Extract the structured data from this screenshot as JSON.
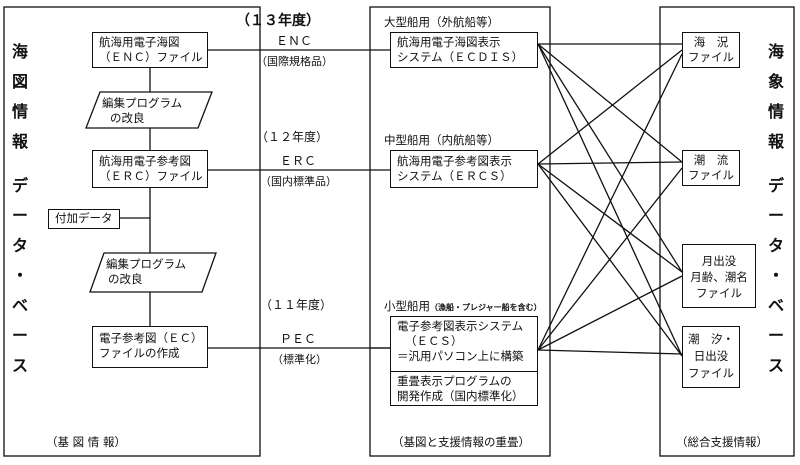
{
  "left_section": {
    "vertical_title": [
      "海",
      "図",
      "情",
      "報",
      "デ",
      "ー",
      "タ",
      "・",
      "ベ",
      "ー",
      "ス"
    ],
    "caption": "（基 図 情 報）",
    "boxes": {
      "enc_file": [
        "航海用電子海図",
        "（ＥＮＣ）ファイル"
      ],
      "edit_program_1": [
        "編集プログラム",
        "の改良"
      ],
      "erc_file": [
        "航海用電子参考図",
        "（ＥＲＣ）ファイル"
      ],
      "additional_data": [
        "付加データ"
      ],
      "edit_program_2": [
        "編集プログラム",
        "の改良"
      ],
      "ec_file": [
        "電子参考図（ＥＣ）",
        "ファイルの作成"
      ]
    }
  },
  "middle_labels": {
    "year_13": "（１３年度）",
    "enc": "ＥＮＣ",
    "enc_sub": "（国際規格品）",
    "year_12": "（１２年度）",
    "erc": "ＥＲＣ",
    "erc_sub": "（国内標準品）",
    "year_11": "（１１年度）",
    "pec": "ＰＥＣ",
    "pec_sub": "（標準化）"
  },
  "center_section": {
    "caption": "（基図と支援情報の重畳）",
    "large_vessel_title": "大型船用（外航船等）",
    "ecdis_box": [
      "航海用電子海図表示",
      "システム（ＥＣＤＩＳ）"
    ],
    "medium_vessel_title": "中型船用（内航船等）",
    "ercs_box": [
      "航海用電子参考図表示",
      "システム（ＥＲＣＳ）"
    ],
    "small_vessel_title": "小型船用",
    "small_vessel_note": "（漁船・プレジャー船を含む）",
    "ecs_box": [
      "電子参考図表示システム",
      "（ＥＣＳ）",
      "＝汎用パソコン上に構築"
    ],
    "overlay_box": [
      "重畳表示プログラムの",
      "開発作成（国内標準化）"
    ]
  },
  "right_section": {
    "vertical_title": [
      "海",
      "象",
      "情",
      "報",
      "デ",
      "ー",
      "タ",
      "・",
      "ベ",
      "ー",
      "ス"
    ],
    "caption": "（総合支援情報）",
    "boxes": {
      "sea_state": [
        "海　況",
        "ファイル"
      ],
      "tidal_current": [
        "潮　流",
        "ファイル"
      ],
      "moon": [
        "月出没",
        "月齢、潮名",
        "ファイル"
      ],
      "tide_sun": [
        "潮　汐・",
        "日出没",
        "ファイル"
      ]
    }
  },
  "style": {
    "line_color": "#111111",
    "background": "#ffffff"
  }
}
